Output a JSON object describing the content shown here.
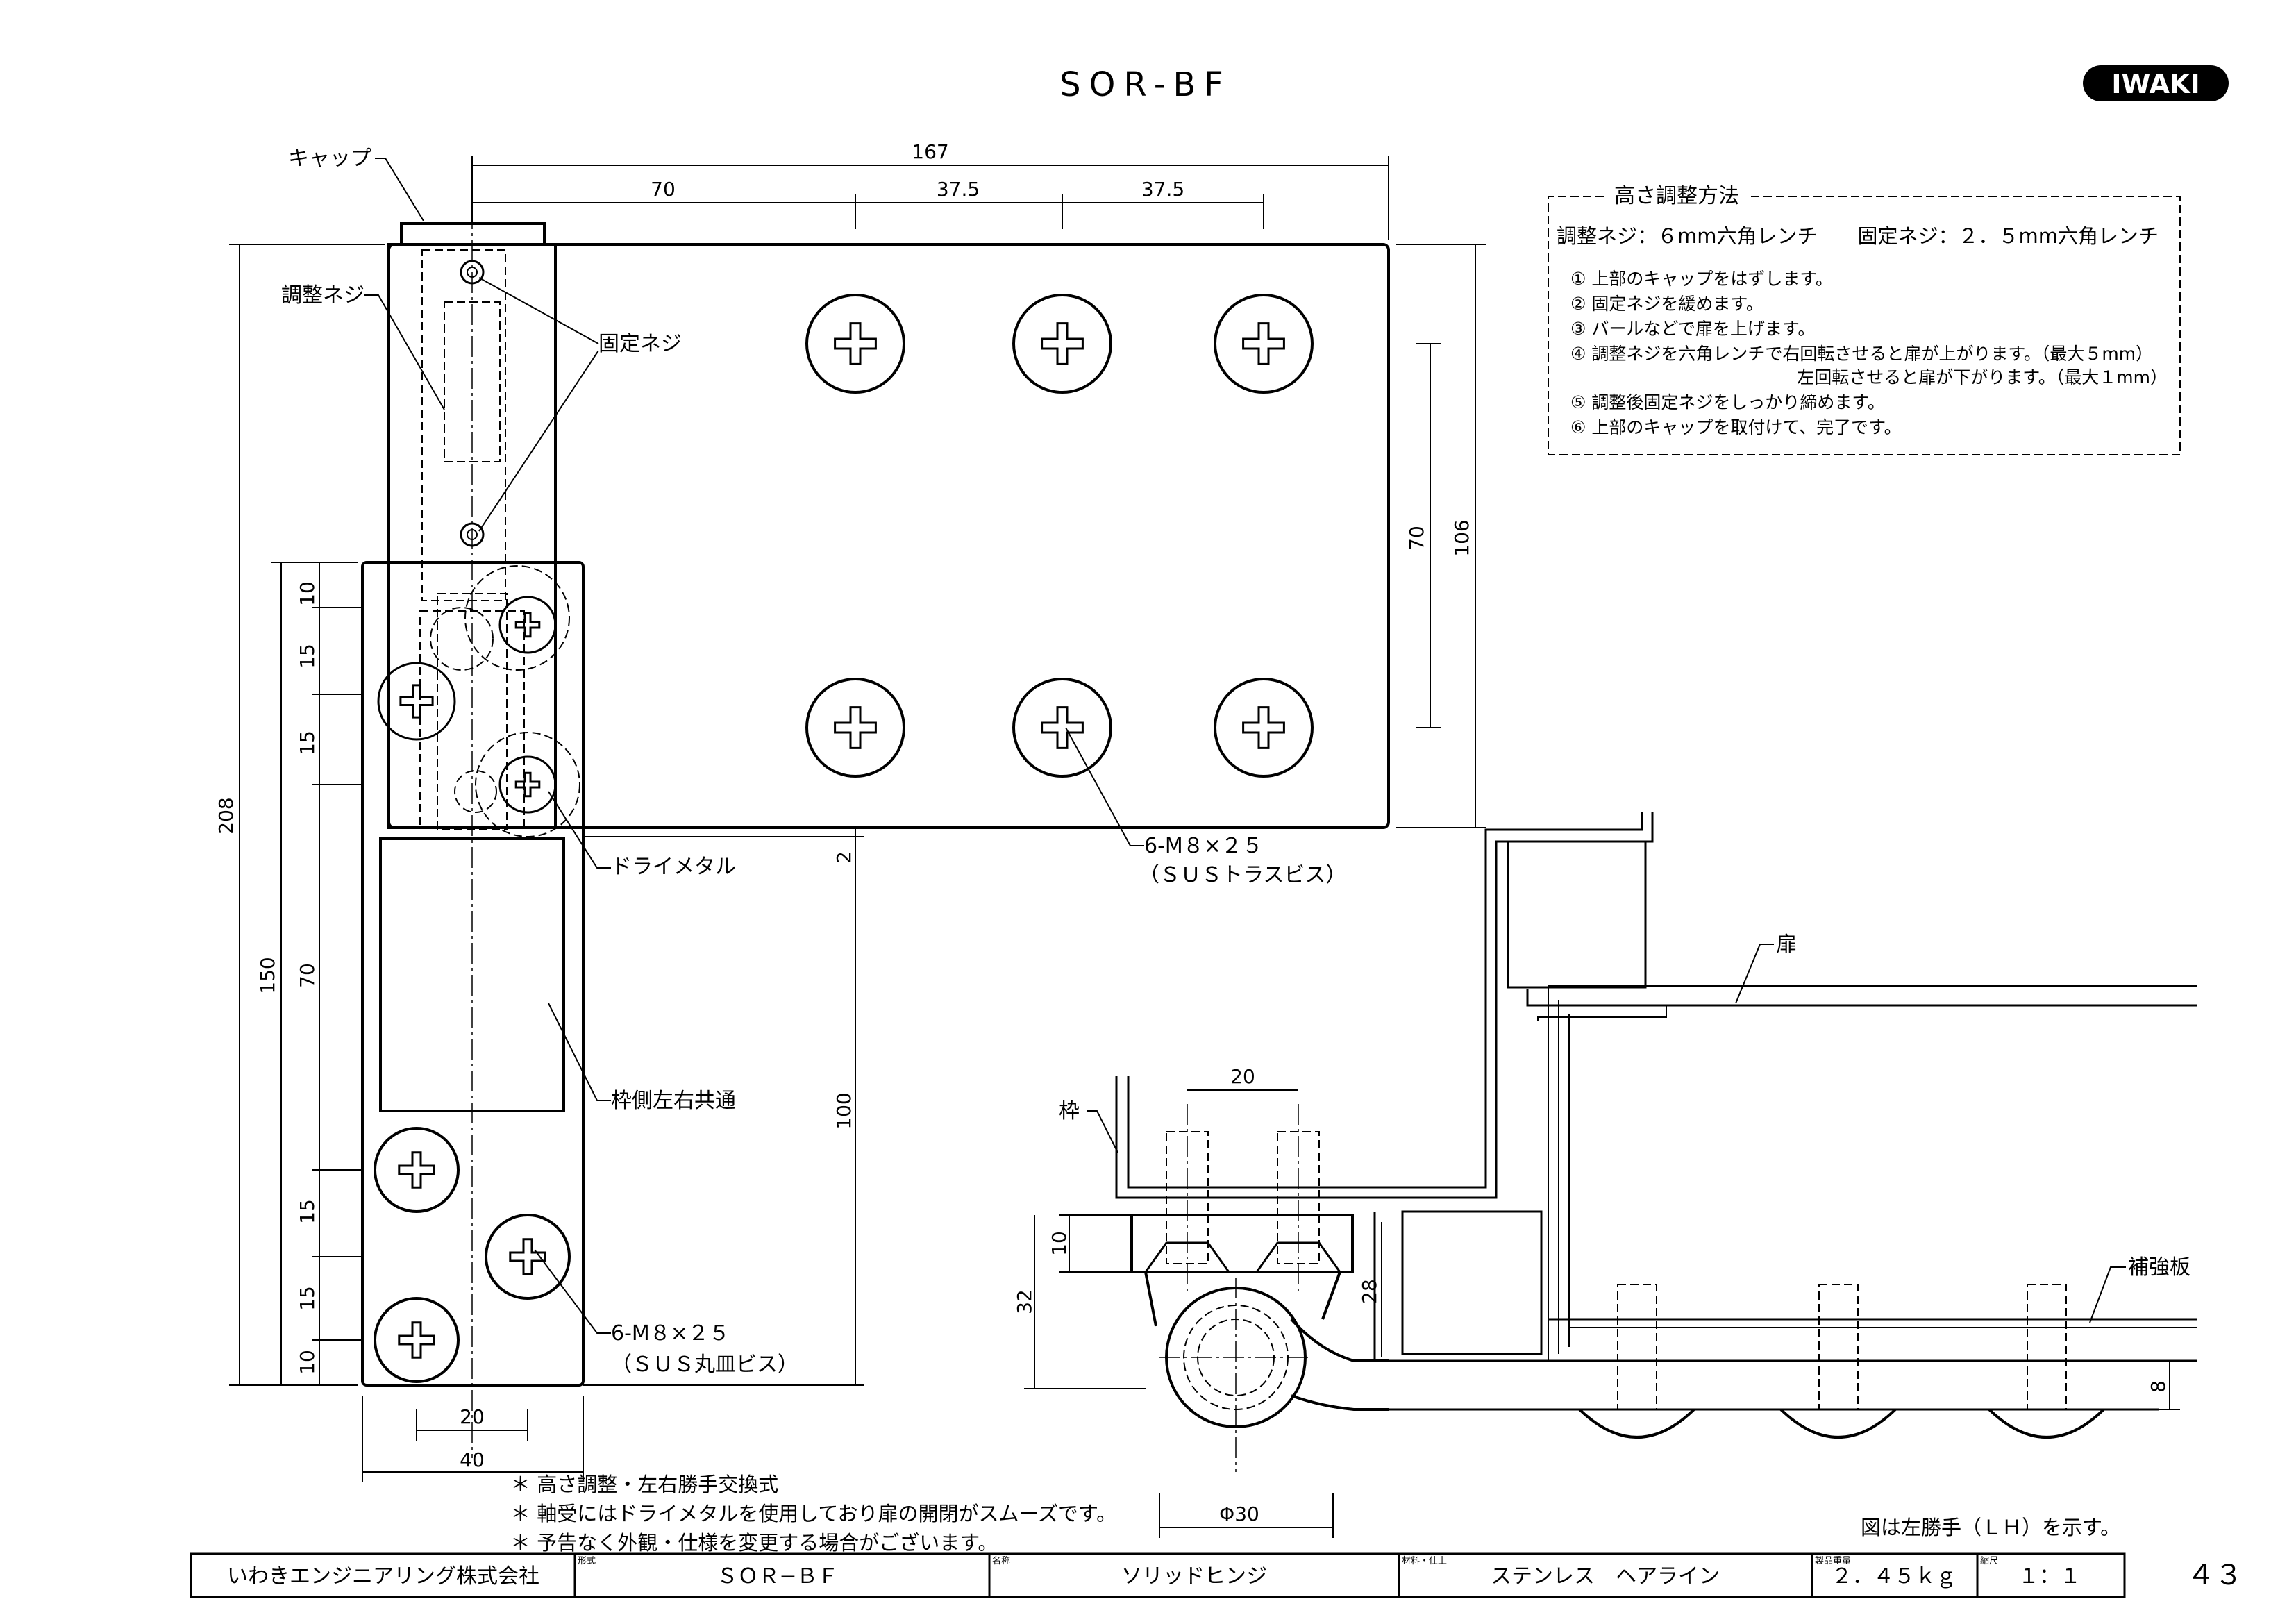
{
  "header": {
    "title": "SOR-BF",
    "brand": "IWAKI"
  },
  "labels": {
    "cap": "キャップ",
    "adjust_screw": "調整ネジ",
    "fixing_screw": "固定ネジ",
    "dry_metal": "ドライメタル",
    "frame_common": "枠側左右共通",
    "screws_flat": "6-M８×２５",
    "screws_flat_sub": "（ＳＵＳ丸皿ビス）",
    "screws_truss": "6-M８×２５",
    "screws_truss_sub": "（ＳＵＳトラスビス）",
    "door": "扉",
    "frame": "枠",
    "reinforcement": "補強板",
    "left_hand_note": "図は左勝手（ＬＨ）を示す。"
  },
  "dimensions": {
    "total_width": "167",
    "d70_top": "70",
    "d37_5_a": "37.5",
    "d37_5_b": "37.5",
    "d70_right": "70",
    "d106": "106",
    "d208": "208",
    "d150": "150",
    "d10_a": "10",
    "d15_a": "15",
    "d15_b": "15",
    "d70_left": "70",
    "d15_c": "15",
    "d15_d": "15",
    "d10_b": "10",
    "d2": "2",
    "d100": "100",
    "d20_bottom": "20",
    "d40": "40",
    "d20_section": "20",
    "d10_section": "10",
    "d32": "32",
    "d28": "28",
    "d8": "8",
    "phi30": "Φ30"
  },
  "procedure": {
    "title": "高さ調整方法",
    "tools": "調整ネジ：６mm六角レンチ　　固定ネジ：２．５mm六角レンチ",
    "steps": [
      "① 上部のキャップをはずします。",
      "② 固定ネジを緩めます。",
      "③ バールなどで扉を上げます。",
      "④ 調整ネジを六角レンチで右回転させると扉が上がります。（最大５mm）",
      "左回転させると扉が下がります。（最大１mm）",
      "⑤ 調整後固定ネジをしっかり締めます。",
      "⑥ 上部のキャップを取付けて、完了です。"
    ]
  },
  "notes": [
    "＊ 高さ調整・左右勝手交換式",
    "＊ 軸受にはドライメタルを使用しており扉の開閉がスムーズです。",
    "＊ 予告なく外観・仕様を変更する場合がございます。"
  ],
  "title_block": {
    "company": "いわきエンジニアリング株式会社",
    "model_caption": "形式",
    "model": "ＳＯＲ−ＢＦ",
    "name_caption": "名称",
    "name": "ソリッドヒンジ",
    "material_caption": "材料・仕上",
    "material": "ステンレス　ヘアライン",
    "weight_caption": "製品重量",
    "weight": "２．４５ｋｇ",
    "scale_caption": "縮尺",
    "scale": "１：１"
  },
  "page_number": "４３"
}
